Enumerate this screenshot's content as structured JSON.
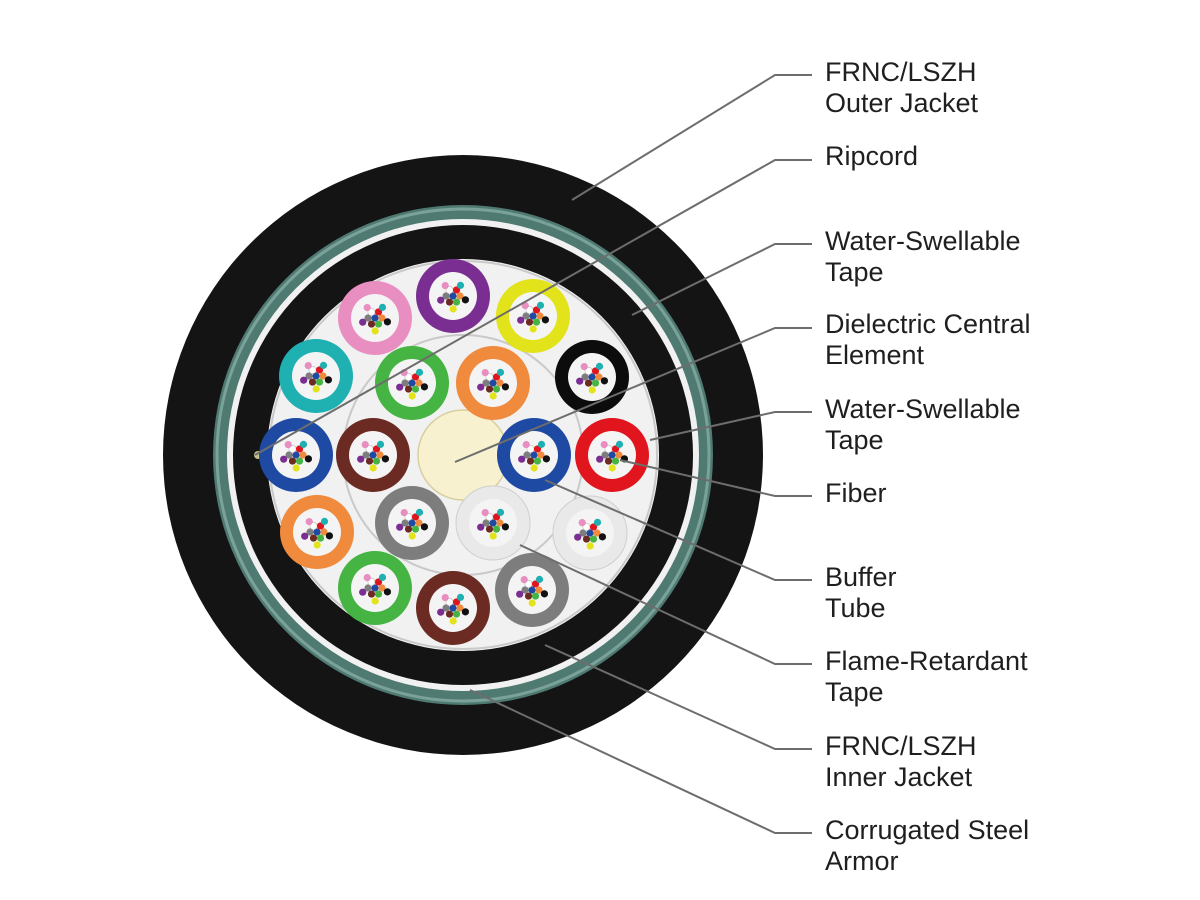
{
  "colors": {
    "outer_jacket": "#141414",
    "armor": "#4f7a72",
    "armor_highlight": "#8fb3ab",
    "inner_jacket": "#141414",
    "water_tape": "#f1f1f1",
    "tape_ring": "#c9c9c9",
    "central_element": "#f7f1cf",
    "leader_line": "#6d6d6d",
    "label_text": "#1f1f1f"
  },
  "buffer_tubes": {
    "outer_ring": [
      "#e88ec1",
      "#7a2e92",
      "#e2e31b",
      "#0c0c0c",
      "#e1151d",
      "#1f4aa3",
      "#1fb0b1",
      "#1f3c98",
      "#f08a3c",
      "#45b443",
      "#6b2a22",
      "#7d7d7d",
      "#e9e9e9"
    ],
    "inner_ring": [
      "#45b443",
      "#f08a3c",
      "#1f4aa3",
      "#e9e9e9",
      "#7d7d7d",
      "#6b2a22"
    ]
  },
  "fiber_colors": [
    "#1f4aa3",
    "#f08a3c",
    "#45b443",
    "#6b2a22",
    "#7d7d7d",
    "#ffffff",
    "#e1151d",
    "#111111",
    "#e2e31b",
    "#7a2e92",
    "#e88ec1",
    "#1fb0b1"
  ],
  "callouts": [
    {
      "line1": "FRNC/LSZH",
      "line2": "Outer Jacket"
    },
    {
      "line1": "Ripcord",
      "line2": ""
    },
    {
      "line1": "Water-Swellable",
      "line2": "Tape"
    },
    {
      "line1": "Dielectric Central",
      "line2": "Element"
    },
    {
      "line1": "Water-Swellable",
      "line2": "Tape"
    },
    {
      "line1": "Fiber",
      "line2": ""
    },
    {
      "line1": "Buffer",
      "line2": "Tube"
    },
    {
      "line1": "Flame-Retardant",
      "line2": "Tape"
    },
    {
      "line1": "FRNC/LSZH",
      "line2": "Inner Jacket"
    },
    {
      "line1": "Corrugated Steel",
      "line2": "Armor"
    }
  ]
}
